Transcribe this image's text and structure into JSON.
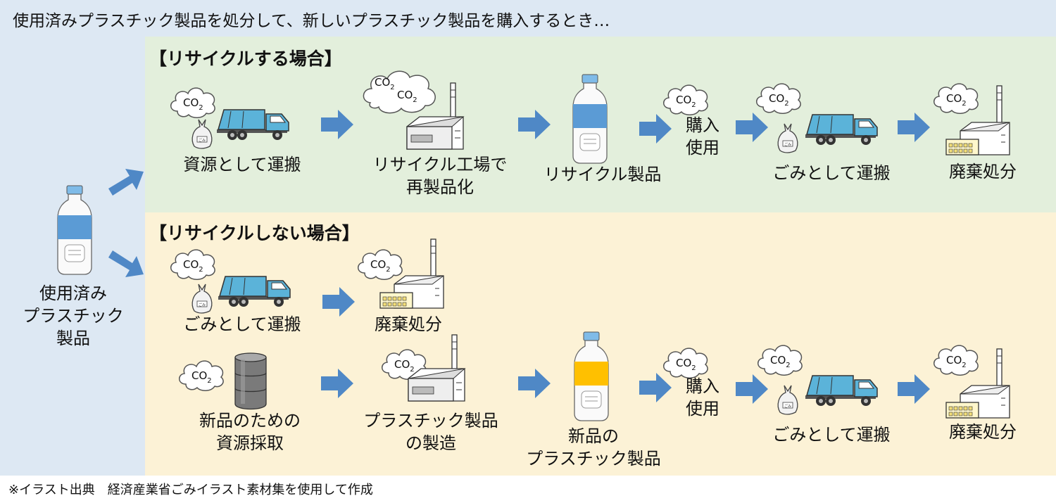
{
  "header": {
    "title": "使用済みプラスチック製品を処分して、新しいプラスチック製品を購入するとき…"
  },
  "source": {
    "lines": [
      "使用済み",
      "プラスチック",
      "製品"
    ]
  },
  "recycle": {
    "heading": "【リサイクルする場合】",
    "steps": {
      "transport": "資源として運搬",
      "factory": [
        "リサイクル工場で",
        "再製品化"
      ],
      "product": "リサイクル製品",
      "use": [
        "購入",
        "使用"
      ],
      "garbage": "ごみとして運搬",
      "disposal": "廃棄処分"
    }
  },
  "no_recycle": {
    "heading": "【リサイクルしない場合】",
    "row1": {
      "garbage": "ごみとして運搬",
      "disposal": "廃棄処分"
    },
    "row2": {
      "extract": [
        "新品のための",
        "資源採取"
      ],
      "manufacture": [
        "プラスチック製品",
        "の製造"
      ],
      "product": [
        "新品の",
        "プラスチック製品"
      ],
      "use": [
        "購入",
        "使用"
      ],
      "garbage": "ごみとして運搬",
      "disposal": "廃棄処分"
    }
  },
  "icons": {
    "co2": "CO",
    "co2_sub": "2",
    "bag_label": "ごみ"
  },
  "footnote": "※イラスト出典　経済産業省ごみイラスト素材集を使用して作成",
  "colors": {
    "band_blue": "#dde8f3",
    "recycle_green": "#e3efdc",
    "norecycle_yellow": "#fcf2d6",
    "arrow": "#4f88c6",
    "truck": "#5bb3d9",
    "bottle_label_blue": "#5b9bd5",
    "bottle_label_yellow": "#ffc000"
  }
}
